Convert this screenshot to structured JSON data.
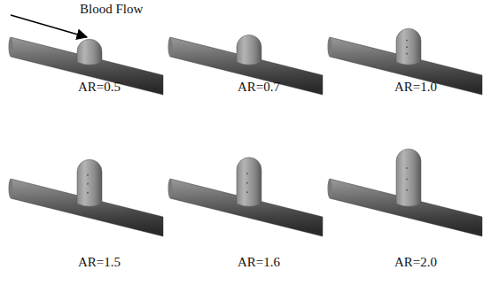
{
  "diagram": {
    "labels": [
      "Blood Flow",
      "AR=0.5",
      "AR=0.7",
      "AR=1.0",
      "AR=1.5",
      "AR=1.6",
      "AR=2.0"
    ]
  }
}
